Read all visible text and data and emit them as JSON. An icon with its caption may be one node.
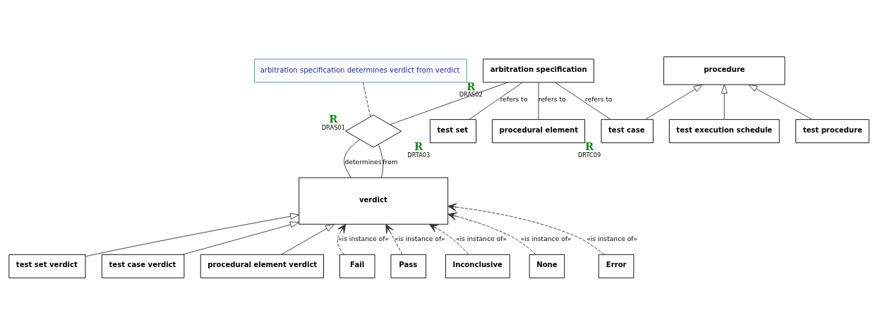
{
  "diagram": {
    "nodes": [
      {
        "text": [
          "arbitration specification determines verdict from verdict"
        ]
      },
      {
        "text": [
          "arbitration specification"
        ],
        "beside": [
          "R",
          "DRAS02"
        ]
      },
      {
        "text": [
          "test set"
        ],
        "beside": [
          "R",
          "DRTA03"
        ]
      },
      {
        "text": [
          "procedural element"
        ]
      },
      {
        "text": [
          "procedure"
        ]
      },
      {
        "text": [],
        "shape": "diamond",
        "beside": [
          "R",
          "DRAS01"
        ]
      },
      {
        "text": [
          "test set verdict"
        ]
      },
      {
        "text": [
          "test case verdict"
        ]
      },
      {
        "text": [
          "procedural element verdict"
        ]
      },
      {
        "text": [
          "verdict"
        ]
      },
      {
        "text": [
          "test case"
        ],
        "beside": [
          "R",
          "DRTC09"
        ]
      },
      {
        "text": [
          "test execution schedule"
        ]
      },
      {
        "text": [
          "test procedure"
        ]
      },
      {
        "text": [
          "Fail"
        ]
      },
      {
        "text": [
          "Pass"
        ]
      },
      {
        "text": [
          "Inconclusive"
        ]
      },
      {
        "text": [
          "None"
        ]
      },
      {
        "text": [
          "Error"
        ]
      }
    ],
    "edges": [
      {
        "from": 5,
        "to": 0,
        "arrow": "none",
        "style": "dashed"
      },
      {
        "from": 5,
        "to": 1,
        "arrow": "none"
      },
      {
        "from": 9,
        "to": 5,
        "arrow": "none",
        "label": "determines"
      },
      {
        "from": 9,
        "to": 5,
        "arrow": "none",
        "label": "from"
      },
      {
        "from": 2,
        "to": 1,
        "arrow": "none",
        "label": "refers to"
      },
      {
        "from": 3,
        "to": 1,
        "arrow": "none",
        "label": "refers to"
      },
      {
        "from": 10,
        "to": 1,
        "arrow": "none",
        "label": "refers to"
      },
      {
        "from": 10,
        "to": 4,
        "arrow": "to"
      },
      {
        "from": 11,
        "to": 4,
        "arrow": "to"
      },
      {
        "from": 12,
        "to": 4,
        "arrow": "to"
      },
      {
        "from": 6,
        "to": 9,
        "arrow": "to"
      },
      {
        "from": 7,
        "to": 9,
        "arrow": "to"
      },
      {
        "from": 8,
        "to": 9,
        "arrow": "to"
      },
      {
        "from": 13,
        "to": 9,
        "arrow": "to",
        "style": "dashed",
        "label": "«is instance of»"
      },
      {
        "from": 14,
        "to": 9,
        "arrow": "to",
        "style": "dashed",
        "label": "«is instance of»"
      },
      {
        "from": 15,
        "to": 9,
        "arrow": "to",
        "style": "dashed",
        "label": "«is instance of»"
      },
      {
        "from": 16,
        "to": 9,
        "arrow": "to",
        "style": "dashed",
        "label": "«is instance of»"
      },
      {
        "from": 17,
        "to": 9,
        "arrow": "to",
        "style": "dashed",
        "label": "«is instance of»"
      }
    ]
  }
}
